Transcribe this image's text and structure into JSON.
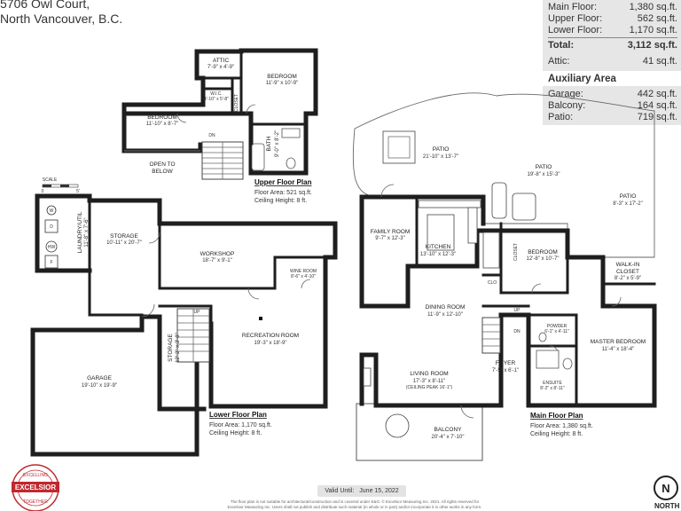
{
  "address": {
    "line1": "5706 Owl Court,",
    "line2": "North Vancouver, B.C."
  },
  "summary": {
    "rows": [
      {
        "label": "Main Floor:",
        "value": "1,380 sq.ft."
      },
      {
        "label": "Upper Floor:",
        "value": "562 sq.ft."
      },
      {
        "label": "Lower Floor:",
        "value": "1,170 sq.ft."
      }
    ],
    "total": {
      "label": "Total:",
      "value": "3,112 sq.ft."
    },
    "attic": {
      "label": "Attic:",
      "value": "41 sq.ft."
    },
    "aux_title": "Auxiliary Area",
    "aux": [
      {
        "label": "Garage:",
        "value": "442 sq.ft."
      },
      {
        "label": "Balcony:",
        "value": "164 sq.ft."
      },
      {
        "label": "Patio:",
        "value": "719 sq.ft."
      }
    ]
  },
  "upper": {
    "title": "Upper Floor Plan",
    "area": "Floor Area: 521 sq.ft.",
    "ceiling": "Ceiling Height: 8 ft.",
    "rooms": {
      "attic": {
        "name": "ATTIC",
        "dim": "7'-9\" x 4'-9\""
      },
      "bedroom2": {
        "name": "BEDROOM",
        "dim": "11'-9\" x 10'-9\""
      },
      "bedroom1": {
        "name": "BEDROOM",
        "dim": "11'-10\" x 8'-7\""
      },
      "wic": {
        "name": "W.I.C.",
        "dim": "4'-10\" x 5'-8\""
      },
      "closet": "CLOSET",
      "bath": {
        "name": "BATH",
        "dim": "9'-0\" x 8'-2\""
      },
      "open_below_1": "OPEN TO",
      "open_below_2": "BELOW",
      "dn": "DN"
    }
  },
  "lower": {
    "title": "Lower Floor Plan",
    "area": "Floor Area: 1,170 sq.ft.",
    "ceiling": "Ceiling Height: 8 ft.",
    "rooms": {
      "laundry": {
        "name": "LAUNDRY/UTIL",
        "dim": "11'-8\" x 7'-6\""
      },
      "storage": {
        "name": "STORAGE",
        "dim": "10'-11\" x 20'-7\""
      },
      "workshop": {
        "name": "WORKSHOP",
        "dim": "18'-7\" x 9'-1\""
      },
      "wine": {
        "name": "WINE ROOM",
        "dim": "8'-6\" x 4'-10\""
      },
      "storage2": {
        "name": "STORAGE",
        "dim": "12'-2\" x 3'-8\""
      },
      "recreation": {
        "name": "RECREATION ROOM",
        "dim": "19'-3\" x 18'-9\""
      },
      "garage": {
        "name": "GARAGE",
        "dim": "19'-10\" x 19'-9\""
      },
      "up": "UP",
      "appliances": [
        "W",
        "D",
        "HW",
        "F"
      ]
    },
    "scale": {
      "label": "SCALE",
      "zero": "0",
      "five": "5'"
    }
  },
  "main": {
    "title": "Main Floor Plan",
    "area": "Floor Area: 1,380 sq.ft.",
    "ceiling": "Ceiling Height: 8 ft.",
    "rooms": {
      "patio1": {
        "name": "PATIO",
        "dim": "21'-10\" x 13'-7\""
      },
      "patio2": {
        "name": "PATIO",
        "dim": "19'-8\" x 15'-3\""
      },
      "patio3": {
        "name": "PATIO",
        "dim": "8'-3\" x 17'-2\""
      },
      "family": {
        "name": "FAMILY ROOM",
        "dim": "9'-7\" x 12'-3\""
      },
      "kitchen": {
        "name": "KITCHEN",
        "dim": "13'-10\" x 12'-3\""
      },
      "closet": "CLOSET",
      "bedroom": {
        "name": "BEDROOM",
        "dim": "12'-8\" x 10'-7\""
      },
      "walkin": {
        "name1": "WALK-IN",
        "name2": "CLOSET",
        "dim": "8'-2\" x 5'-9\""
      },
      "clo": "CLO",
      "dining": {
        "name": "DINING ROOM",
        "dim": "11'-9\" x 12'-10\""
      },
      "powder": {
        "name": "POWDER",
        "dim": "6'-1\" x 4'-11\""
      },
      "master": {
        "name": "MASTER BEDROOM",
        "dim": "11'-4\" x 18'-4\""
      },
      "living": {
        "name": "LIVING ROOM",
        "dim": "17'-3\" x 8'-11\"",
        "note": "(CEILING PEAK 16'-1\")"
      },
      "foyer": {
        "name": "FOYER",
        "dim": "7'-5\" x 6'-1\""
      },
      "ensuite": {
        "name": "ENSUITE",
        "dim": "8'-2\" x 8'-11\""
      },
      "balcony": {
        "name": "BALCONY",
        "dim": "20'-4\" x 7'-10\""
      },
      "up": "UP",
      "dn": "DN"
    }
  },
  "footer": {
    "valid_label": "Valid Until:",
    "valid_date": "June 15, 2022",
    "disclaimer_1": "The floor plan is not suitable for architectural/construction and is covered under E&O. © Excelsior Measuring Inc. 2021. All rights reserved for",
    "disclaimer_2": "Excelsior Measuring Inc. Users shall not publish and distribute such material (in whole or in part) and/or incorporate it in other works in any form.",
    "logo_text": "EXCELSIOR",
    "logo_ring_top": "EXCELLING",
    "logo_ring_bottom": "TOGETHER",
    "north": "NORTH",
    "north_glyph": "N"
  },
  "colors": {
    "wall": "#1e1e1e",
    "panel": "#e6e6e6",
    "logo_red": "#c0282d"
  }
}
